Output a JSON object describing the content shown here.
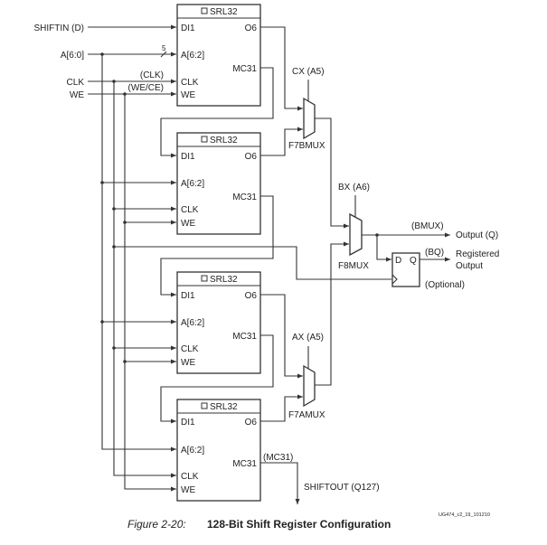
{
  "inputs": {
    "shiftin": "SHIFTIN (D)",
    "addr": "A[6:0]",
    "clk": "CLK",
    "we": "WE",
    "bus_width": "5",
    "clk_note": "(CLK)",
    "we_note": "(WE/CE)"
  },
  "srl": {
    "title": "SRL32",
    "di": "DI1",
    "a": "A[6:2]",
    "clk": "CLK",
    "we": "WE",
    "o6": "O6",
    "mc31": "MC31"
  },
  "muxes": {
    "f7b": "F7BMUX",
    "f7b_sel": "CX (A5)",
    "f8": "F8MUX",
    "f8_sel": "BX (A6)",
    "f7a": "F7AMUX",
    "f7a_sel": "AX (A5)"
  },
  "flipflop": {
    "d": "D",
    "q": "Q"
  },
  "outputs": {
    "bmux": "(BMUX)",
    "output_q": "Output (Q)",
    "bq": "(BQ)",
    "registered_1": "Registered",
    "registered_2": "Output",
    "optional": "(Optional)",
    "mc31_note": "(MC31)",
    "shiftout": "SHIFTOUT (Q127)"
  },
  "figure_id": "UG474_c2_19_101210",
  "caption": {
    "number": "Figure 2-20:",
    "title": "128-Bit Shift Register Configuration"
  }
}
